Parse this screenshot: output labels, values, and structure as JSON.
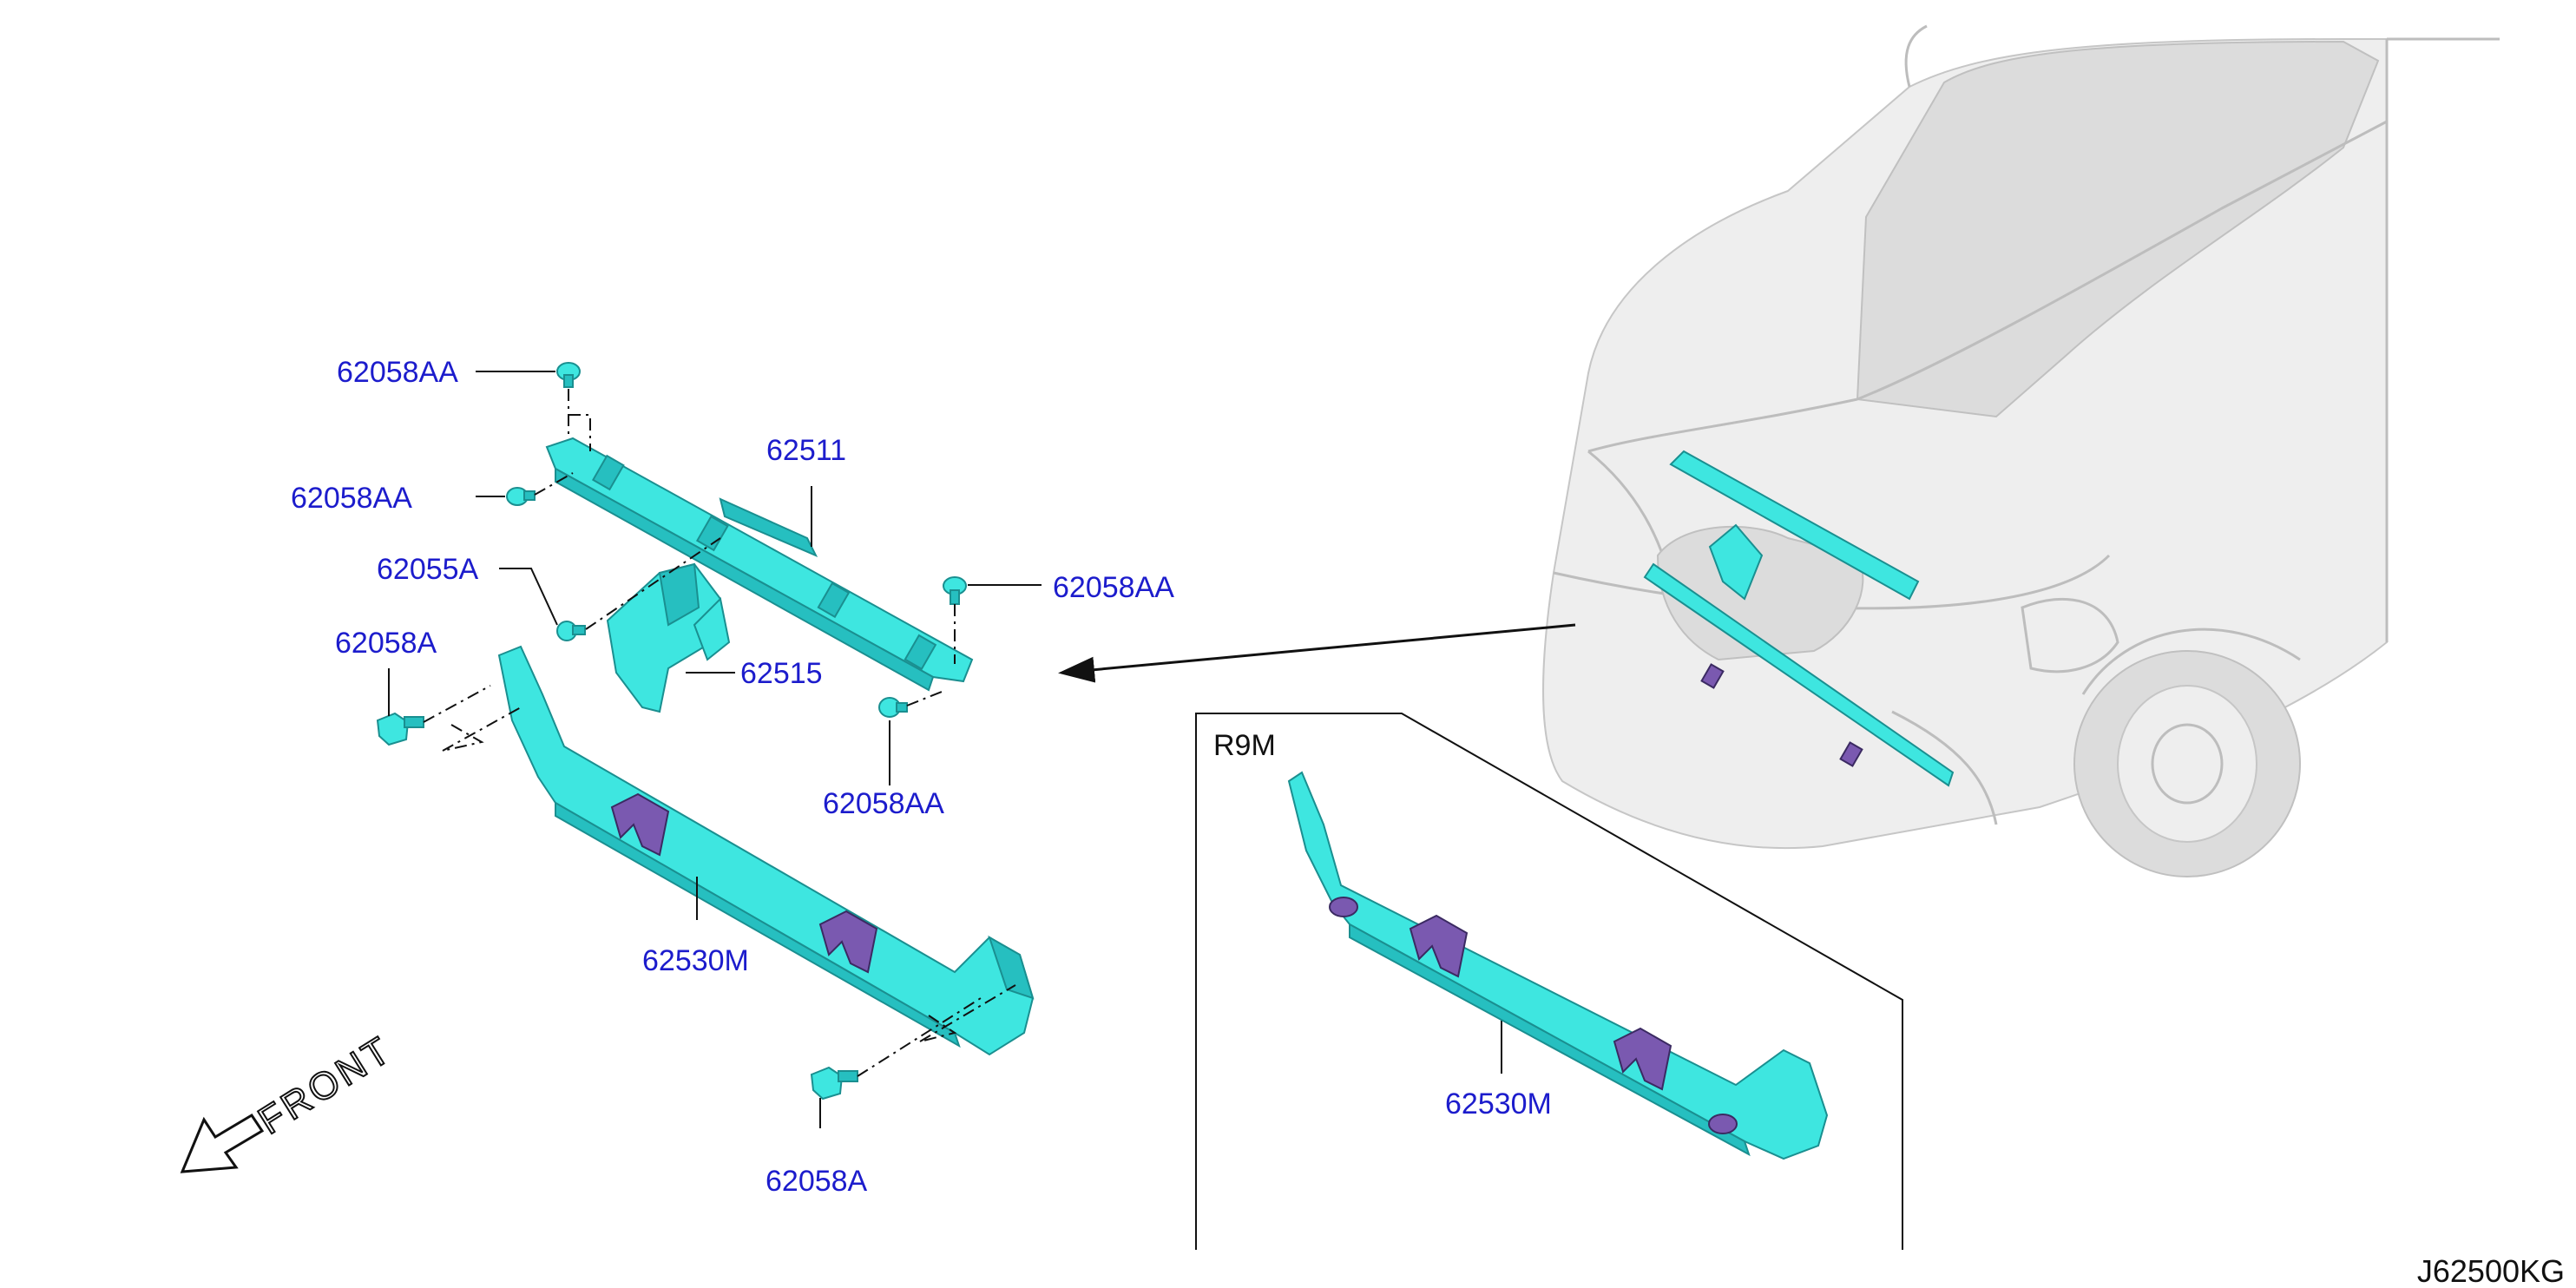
{
  "labels": {
    "p62058AA_a": "62058AA",
    "p62058AA_b": "62058AA",
    "p62058AA_c": "62058AA",
    "p62058AA_d": "62058AA",
    "p62511": "62511",
    "p62055A": "62055A",
    "p62058A_a": "62058A",
    "p62058A_b": "62058A",
    "p62515": "62515",
    "p62530M_a": "62530M",
    "p62530M_b": "62530M"
  },
  "variant_label": "R9M",
  "front_label": "FRONT",
  "diagram_code": "J62500KG",
  "colors": {
    "part_label": "#1c1ccc",
    "part_cyan": "#3ee6e0",
    "bracket_purple": "#7a59b0",
    "lines": "#111111"
  }
}
